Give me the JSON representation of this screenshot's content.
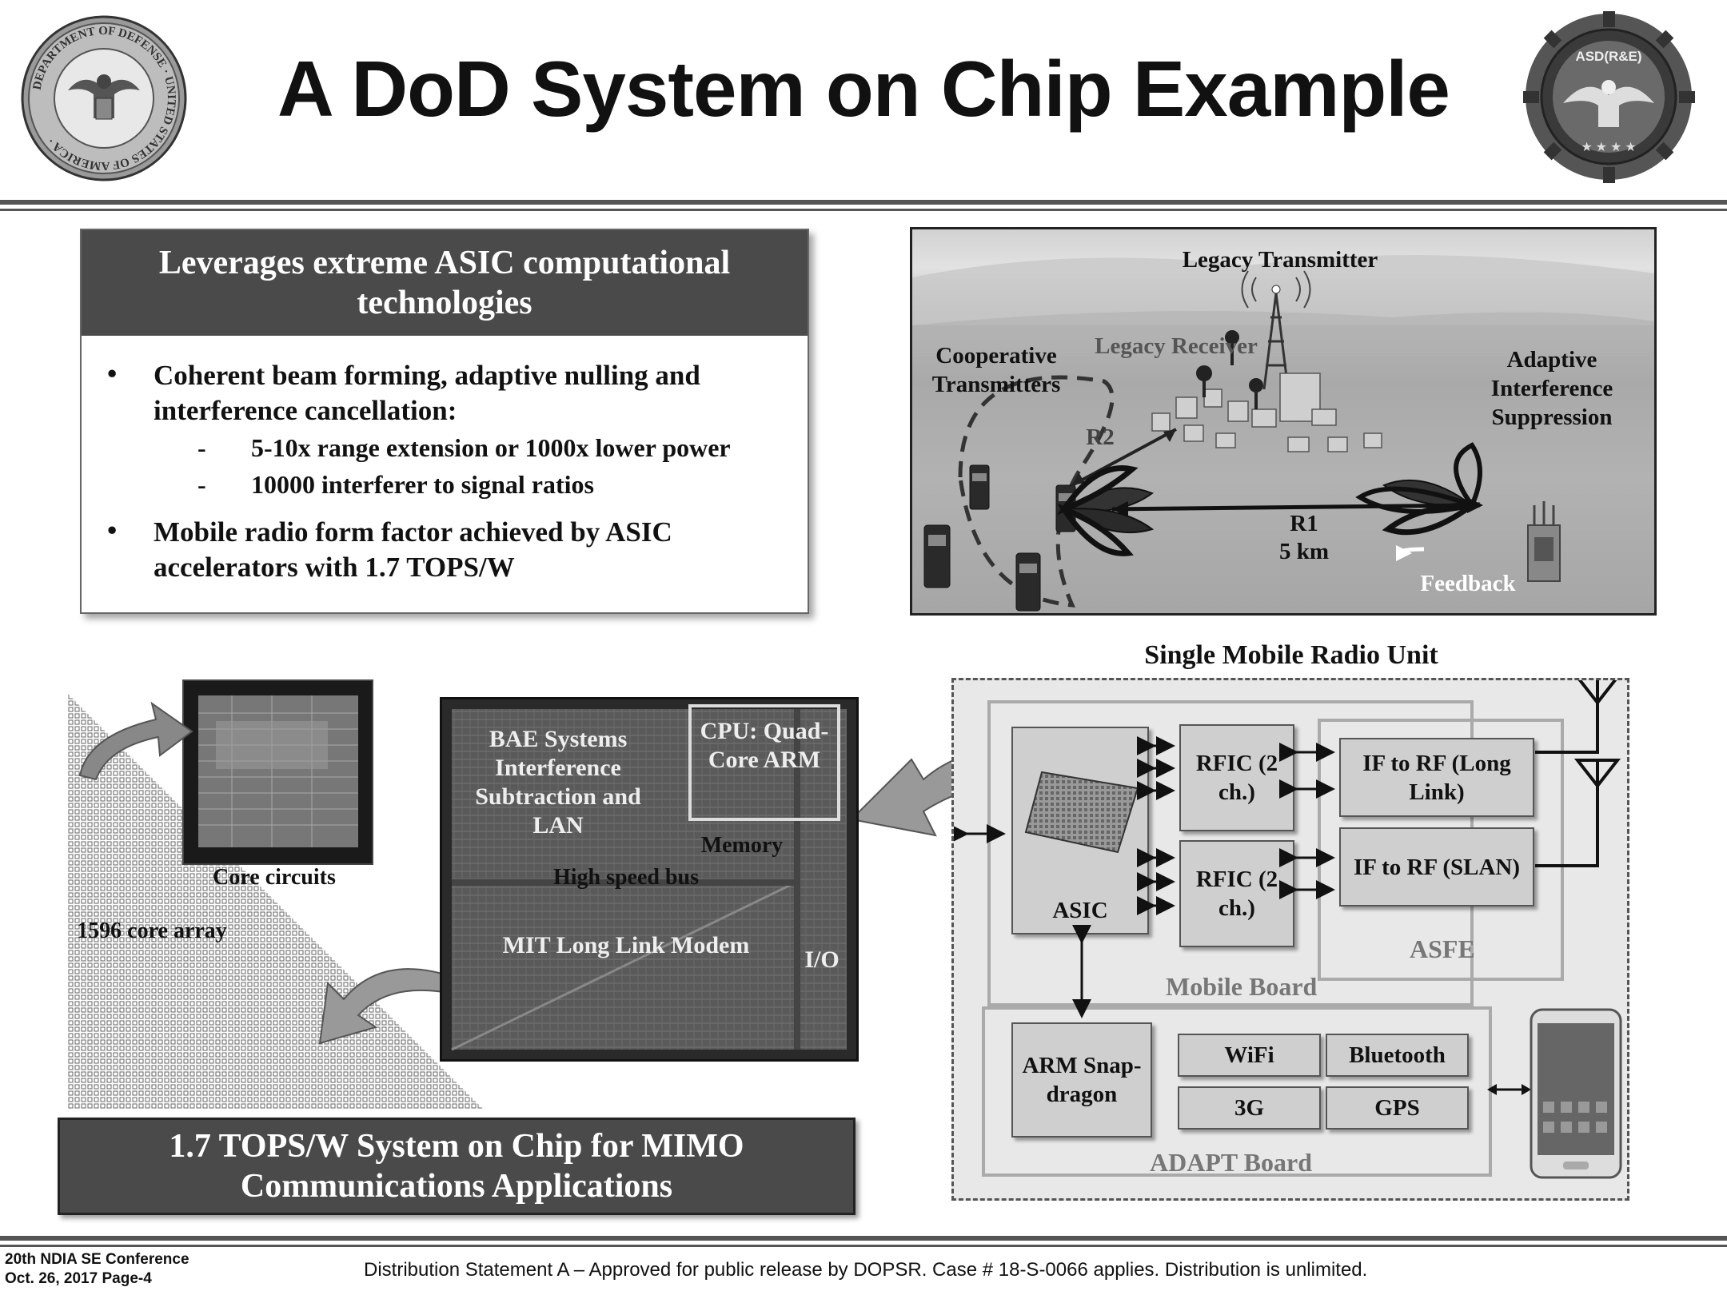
{
  "header": {
    "title": "A DoD System on Chip Example",
    "logo_left_text": "DEPARTMENT OF DEFENSE · UNITED STATES OF AMERICA",
    "logo_right_text": "ASD(R&E)"
  },
  "leverages": {
    "heading": "Leverages extreme ASIC computational technologies",
    "bullets": [
      {
        "text": "Coherent beam forming, adaptive nulling and interference cancellation:",
        "subs": [
          "5-10x range extension or 1000x lower power",
          "10000  interferer to signal ratios"
        ]
      },
      {
        "text": "Mobile radio form factor achieved by ASIC accelerators with 1.7 TOPS/W",
        "subs": []
      }
    ]
  },
  "scenario": {
    "legacy_transmitter": "Legacy Transmitter",
    "legacy_receiver": "Legacy Receiver",
    "cooperative": "Cooperative Transmitters",
    "adaptive": "Adaptive Interference Suppression",
    "r2": "R2",
    "r1": "R1",
    "r1_dist": "5 km",
    "feedback": "Feedback"
  },
  "chip": {
    "core_circuits": "Core circuits",
    "core_array": "1596 core array",
    "bae": "BAE Systems Interference Subtraction and LAN",
    "cpu": "CPU: Quad-Core ARM",
    "memory": "Memory",
    "bus": "High speed bus",
    "modem": "MIT Long Link Modem",
    "io": "I/O",
    "banner": "1.7 TOPS/W System on Chip for MIMO Communications Applications"
  },
  "radio": {
    "title": "Single Mobile Radio Unit",
    "asic": "ASIC",
    "rfic1": "RFIC (2 ch.)",
    "rfic2": "RFIC (2 ch.)",
    "if_long": "IF to RF (Long Link)",
    "if_slan": "IF to RF (SLAN)",
    "asfe": "ASFE",
    "mobile_board": "Mobile Board",
    "arm": "ARM Snap-dragon",
    "wifi": "WiFi",
    "bluetooth": "Bluetooth",
    "g3": "3G",
    "gps": "GPS",
    "adapt_board": "ADAPT Board"
  },
  "footer": {
    "conference": "20th NDIA SE Conference",
    "date_page": "Oct. 26, 2017 Page-4",
    "distribution": "Distribution Statement A – Approved for public release by DOPSR. Case # 18-S-0066 applies. Distribution is unlimited."
  }
}
